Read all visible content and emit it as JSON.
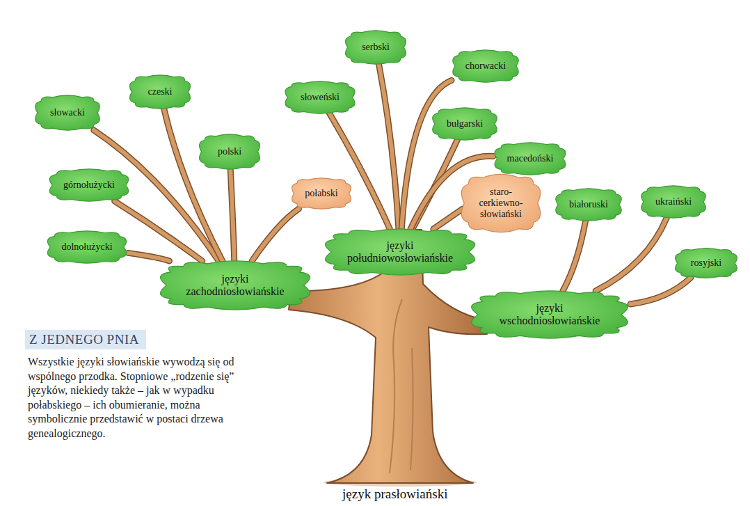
{
  "diagram": {
    "title": "Z JEDNEGO PNIA",
    "caption": "Wszystkie języki słowiańskie wywodzą się od wspólnego przodka. Stopniowe „rodzenie się” języków, niekiedy także – jak w wypadku połabskiego – ich obumieranie, można symbolicznie przedstawić w postaci drzewa genealogicznego.",
    "nodes": [
      {
        "text": [
          "języki zachodniosłowiańskie"
        ]
      },
      {
        "text": [
          "słowacki"
        ]
      },
      {
        "text": [
          "czeski"
        ]
      },
      {
        "text": [
          "polski"
        ]
      },
      {
        "text": [
          "połabski"
        ]
      },
      {
        "text": [
          "górnołużycki"
        ]
      },
      {
        "text": [
          "dolnołużycki"
        ]
      },
      {
        "text": [
          "języki południowosłowiańskie"
        ]
      },
      {
        "text": [
          "słoweński"
        ]
      },
      {
        "text": [
          "serbski"
        ]
      },
      {
        "text": [
          "chorwacki"
        ]
      },
      {
        "text": [
          "bułgarski"
        ]
      },
      {
        "text": [
          "macedoński"
        ]
      },
      {
        "text": [
          "staro-cerkiewno-słowiański"
        ]
      },
      {
        "text": [
          "języki wschodniosłowiańskie"
        ]
      },
      {
        "text": [
          "białoruski"
        ]
      },
      {
        "text": [
          "ukraiński"
        ]
      },
      {
        "text": [
          "rosyjski"
        ]
      }
    ],
    "edges": [
      {
        "from": 0,
        "to": 1,
        "arrow": "none"
      },
      {
        "from": 0,
        "to": 2,
        "arrow": "none"
      },
      {
        "from": 0,
        "to": 3,
        "arrow": "none"
      },
      {
        "from": 0,
        "to": 4,
        "arrow": "none"
      },
      {
        "from": 0,
        "to": 5,
        "arrow": "none"
      },
      {
        "from": 0,
        "to": 6,
        "arrow": "none"
      },
      {
        "from": 7,
        "to": 8,
        "arrow": "none"
      },
      {
        "from": 7,
        "to": 9,
        "arrow": "none"
      },
      {
        "from": 7,
        "to": 10,
        "arrow": "none"
      },
      {
        "from": 7,
        "to": 11,
        "arrow": "none"
      },
      {
        "from": 7,
        "to": 12,
        "arrow": "none"
      },
      {
        "from": 7,
        "to": 13,
        "arrow": "none"
      },
      {
        "from": 14,
        "to": 15,
        "arrow": "none"
      },
      {
        "from": 14,
        "to": 16,
        "arrow": "none"
      },
      {
        "from": 14,
        "to": 17,
        "arrow": "none"
      }
    ],
    "labels": [
      "język prasłowiański"
    ]
  }
}
